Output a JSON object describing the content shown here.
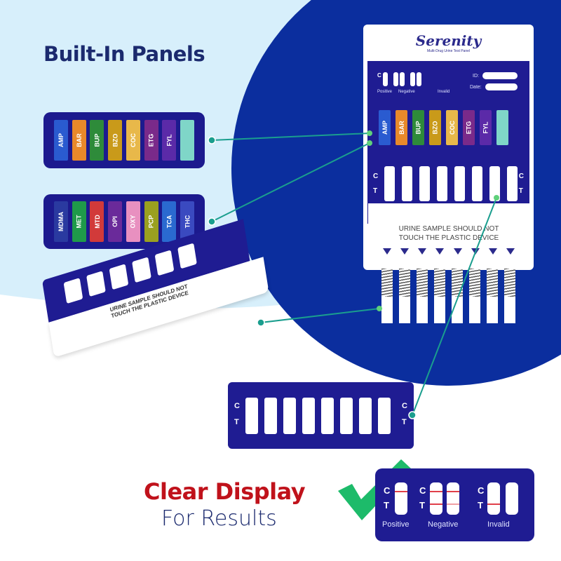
{
  "heading": "Built-In Panels",
  "panel_1": [
    {
      "label": "AMP",
      "color": "#2a5bd0"
    },
    {
      "label": "BAR",
      "color": "#e8892a"
    },
    {
      "label": "BUP",
      "color": "#2e8b3a"
    },
    {
      "label": "BZO",
      "color": "#c99a1a"
    },
    {
      "label": "COC",
      "color": "#e8b84a"
    },
    {
      "label": "ETG",
      "color": "#7a2a8a"
    },
    {
      "label": "FYL",
      "color": "#5b2aa8"
    },
    {
      "label": "",
      "color": "#7fd6c8"
    }
  ],
  "panel_2": [
    {
      "label": "MDMA",
      "color": "#2a3aa0"
    },
    {
      "label": "MET",
      "color": "#1f9a4a"
    },
    {
      "label": "MTD",
      "color": "#d23a3a"
    },
    {
      "label": "OPI",
      "color": "#6a2a9a"
    },
    {
      "label": "OXY",
      "color": "#e890c0"
    },
    {
      "label": "PCP",
      "color": "#9aa020"
    },
    {
      "label": "TCA",
      "color": "#2a6ad0"
    },
    {
      "label": "THC",
      "color": "#3a4ac0"
    }
  ],
  "device": {
    "brand": "Serenity",
    "subtitle": "Multi-Drug Urine Test Panel",
    "id_label": "ID:",
    "date_label": "Date:",
    "c": "C",
    "t": "T",
    "warning_line1": "URINE SAMPLE SHOULD NOT",
    "warning_line2": "TOUCH THE PLASTIC DEVICE"
  },
  "legend": {
    "positive": "Positive",
    "negative": "Negative",
    "invalid": "Invalid"
  },
  "tagline": {
    "line1": "Clear Display",
    "line2": "For Results"
  },
  "colors": {
    "navy": "#1f1c92",
    "circle": "#0b2e9e",
    "teal": "#1a9e8e",
    "green": "#1dbb6a",
    "red": "#c0121b",
    "sky": "#d7effb"
  }
}
